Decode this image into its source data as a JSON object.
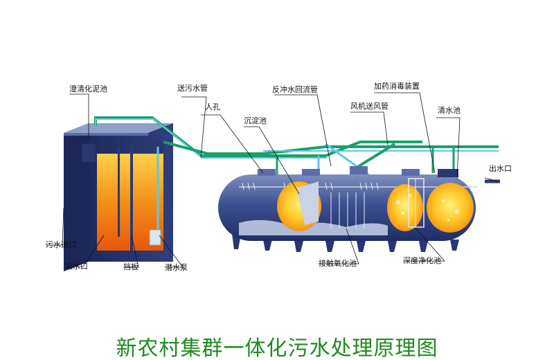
{
  "labels": {
    "sludge_tank": "澄清化泥池",
    "sewage_pipe": "送污水管",
    "manhole": "人孔",
    "sedimentation": "沉淀池",
    "backflush_pipe": "反冲水回流管",
    "air_pipe": "风机送风管",
    "dosing_device": "加药消毒装置",
    "clear_tank": "清水池",
    "outlet": "出水口",
    "inlet": "污水进口",
    "overflow": "溢水口",
    "baffle": "挡板",
    "pump": "潜水泵",
    "contact_oxidation": "接触氧化池",
    "deep_purification": "深度净化池"
  },
  "title": "新农村集群一体化污水处理原理图",
  "colors": {
    "pipe_green": "#1aa06a",
    "pipe_blue": "#5ec8e6",
    "tank_blue": "#3a4f8a",
    "water_orange": "#f07a10",
    "water_yellow": "#ffd23a",
    "title_green": "#1f8a1f"
  }
}
